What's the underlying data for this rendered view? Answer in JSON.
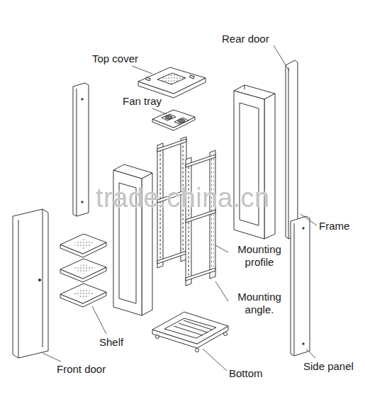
{
  "diagram": {
    "labels": [
      "Rear door",
      "Top cover",
      "Fan tray",
      "Frame",
      "Mounting profile",
      "Mounting angle.",
      "Shelf",
      "Front door",
      "Bottom",
      "Side panel",
      "trade.china.cn"
    ]
  }
}
